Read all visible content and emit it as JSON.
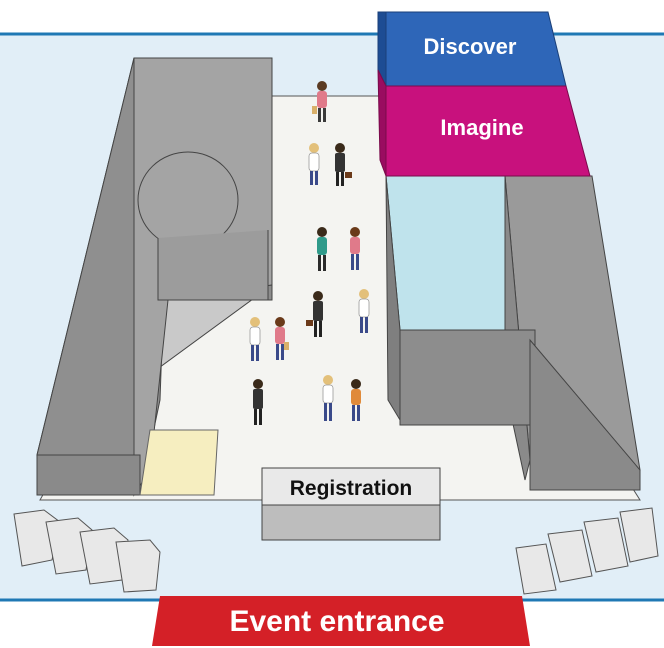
{
  "zones": {
    "discover": "Discover",
    "imagine": "Imagine",
    "registration": "Registration",
    "entrance": "Event entrance"
  },
  "colors": {
    "background": "#e1eef7",
    "frame_line": "#1f78b4",
    "floor": "#f4f4f1",
    "building": "#9a9a9a",
    "discover": "#2e66b8",
    "imagine": "#c8117d",
    "water": "#bfe3ec",
    "sand": "#f6eec0",
    "entrance": "#d42027"
  },
  "icons": [
    "person-icon",
    "briefcase-icon"
  ]
}
